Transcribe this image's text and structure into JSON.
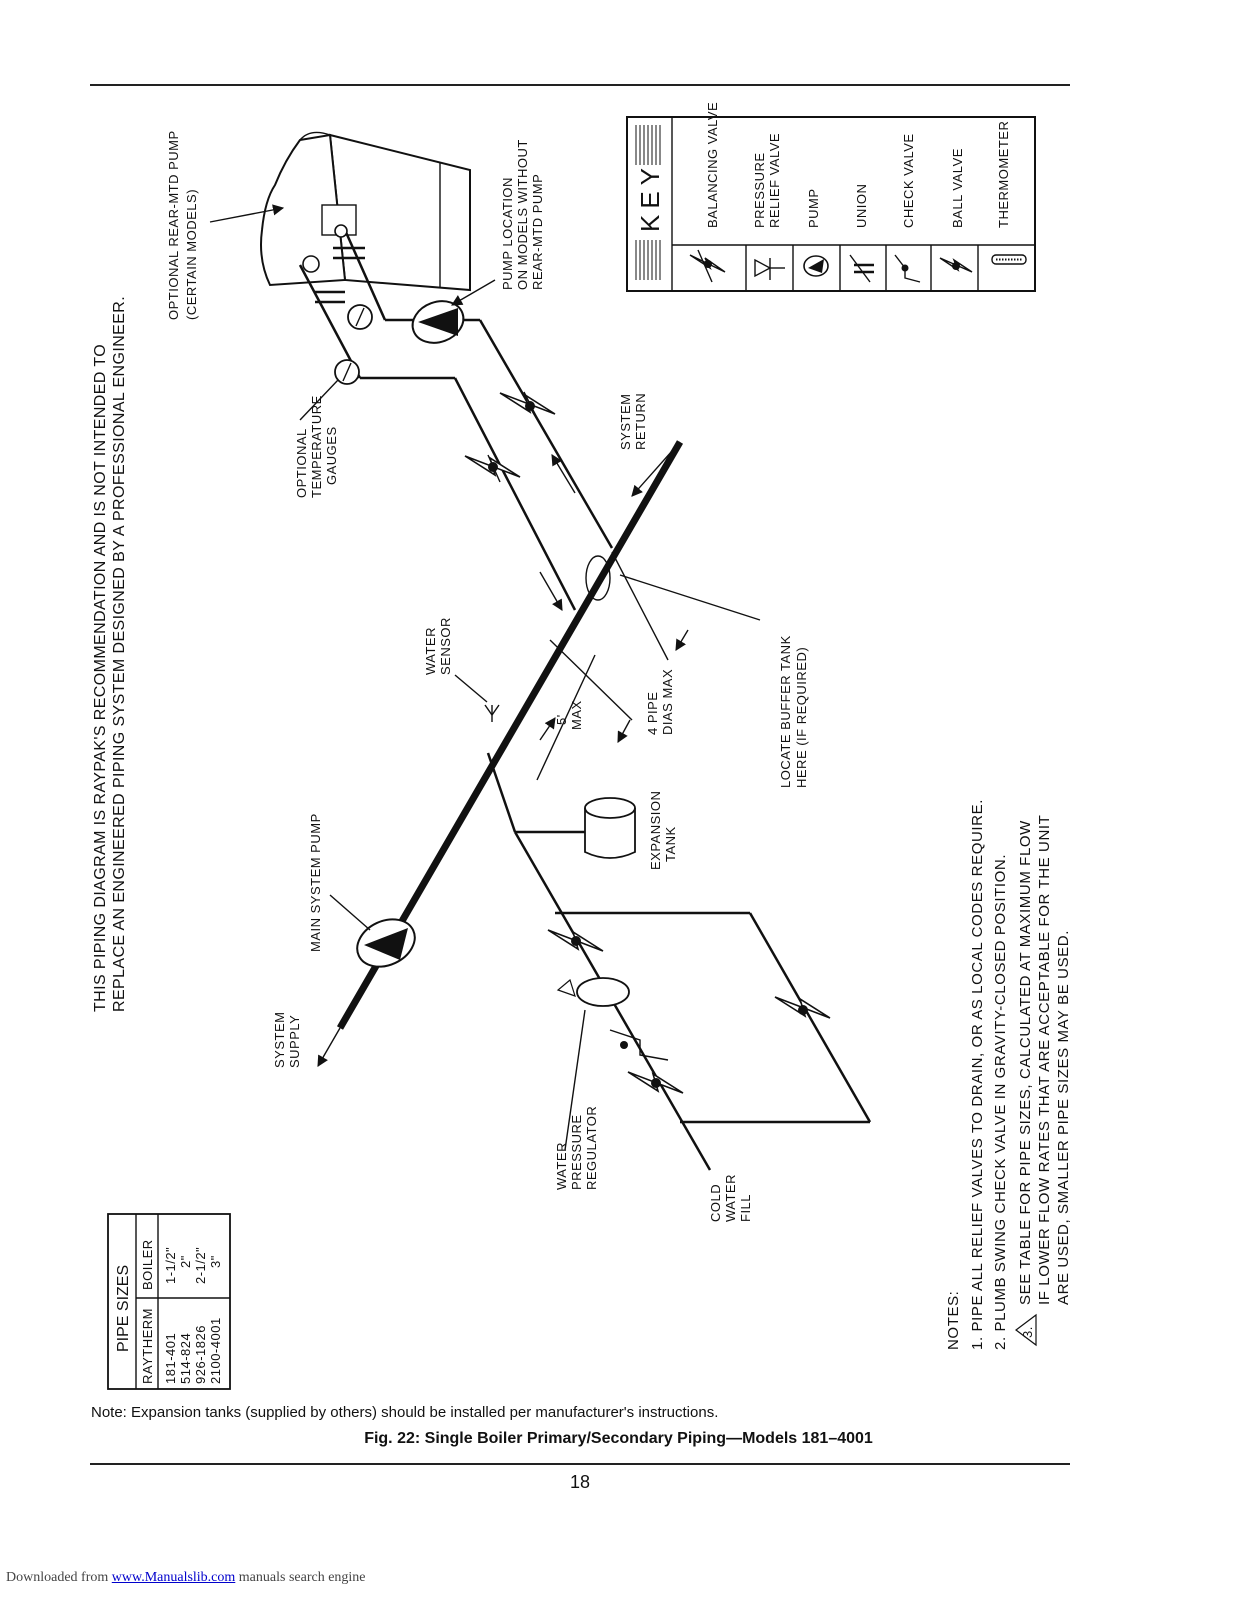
{
  "disclaimer": {
    "line1": "THIS PIPING DIAGRAM IS RAYPAK'S RECOMMENDATION AND IS NOT INTENDED TO",
    "line2": "REPLACE AN ENGINEERED PIPING SYSTEM DESIGNED BY A PROFESSIONAL ENGINEER."
  },
  "labels": {
    "optional_pump_1": "OPTIONAL REAR-MTD PUMP",
    "optional_pump_2": "(CERTAIN MODELS)",
    "pump_location_1": "PUMP LOCATION",
    "pump_location_2": "ON MODELS WITHOUT",
    "pump_location_3": "REAR-MTD PUMP",
    "gauges_1": "OPTIONAL",
    "gauges_2": "TEMPERATURE",
    "gauges_3": "GAUGES",
    "system_return_1": "SYSTEM",
    "system_return_2": "RETURN",
    "water_sensor_1": "WATER",
    "water_sensor_2": "SENSOR",
    "five_max_1": "5'",
    "five_max_2": "MAX",
    "four_pipe_1": "4 PIPE",
    "four_pipe_2": "DIAS MAX",
    "buffer_1": "LOCATE BUFFER TANK",
    "buffer_2": "HERE (IF REQUIRED)",
    "main_pump": "MAIN SYSTEM PUMP",
    "expansion_1": "EXPANSION",
    "expansion_2": "TANK",
    "system_supply_1": "SYSTEM",
    "system_supply_2": "SUPPLY",
    "regulator_1": "WATER",
    "regulator_2": "PRESSURE",
    "regulator_3": "REGULATOR",
    "cold_1": "COLD",
    "cold_2": "WATER",
    "cold_3": "FILL"
  },
  "key": {
    "title": "KEY",
    "items": [
      "BALANCING VALVE",
      "PRESSURE",
      "RELIEF VALVE",
      "PUMP",
      "UNION",
      "CHECK VALVE",
      "BALL VALVE",
      "THERMOMETER"
    ]
  },
  "notes": {
    "title": "NOTES:",
    "n1": "1. PIPE ALL RELIEF VALVES TO DRAIN, OR AS LOCAL CODES REQUIRE.",
    "n2": "2. PLUMB SWING CHECK VALVE IN GRAVITY-CLOSED POSITION.",
    "n3_num": "3.",
    "n3a": "SEE TABLE FOR PIPE SIZES, CALCULATED AT MAXIMUM FLOW",
    "n3b": "IF LOWER FLOW RATES THAT ARE ACCEPTABLE FOR THE UNIT",
    "n3c": "ARE USED, SMALLER PIPE SIZES MAY BE USED."
  },
  "pipe_sizes": {
    "title": "PIPE SIZES",
    "headers": [
      "RAYTHERM",
      "BOILER"
    ],
    "rows": [
      {
        "model": "181-401",
        "size": "1-1/2\""
      },
      {
        "model": "514-824",
        "size": "2\""
      },
      {
        "model": "926-1826",
        "size": "2-1/2\""
      },
      {
        "model": "2100-4001",
        "size": "3\""
      }
    ]
  },
  "footnote": "Note: Expansion tanks (supplied by others) should be installed per manufacturer's instructions.",
  "caption": "Fig. 22: Single Boiler Primary/Secondary Piping—Models 181–4001",
  "page_number": "18",
  "download": {
    "prefix": "Downloaded from ",
    "link": "www.Manualslib.com",
    "suffix": " manuals search engine"
  }
}
